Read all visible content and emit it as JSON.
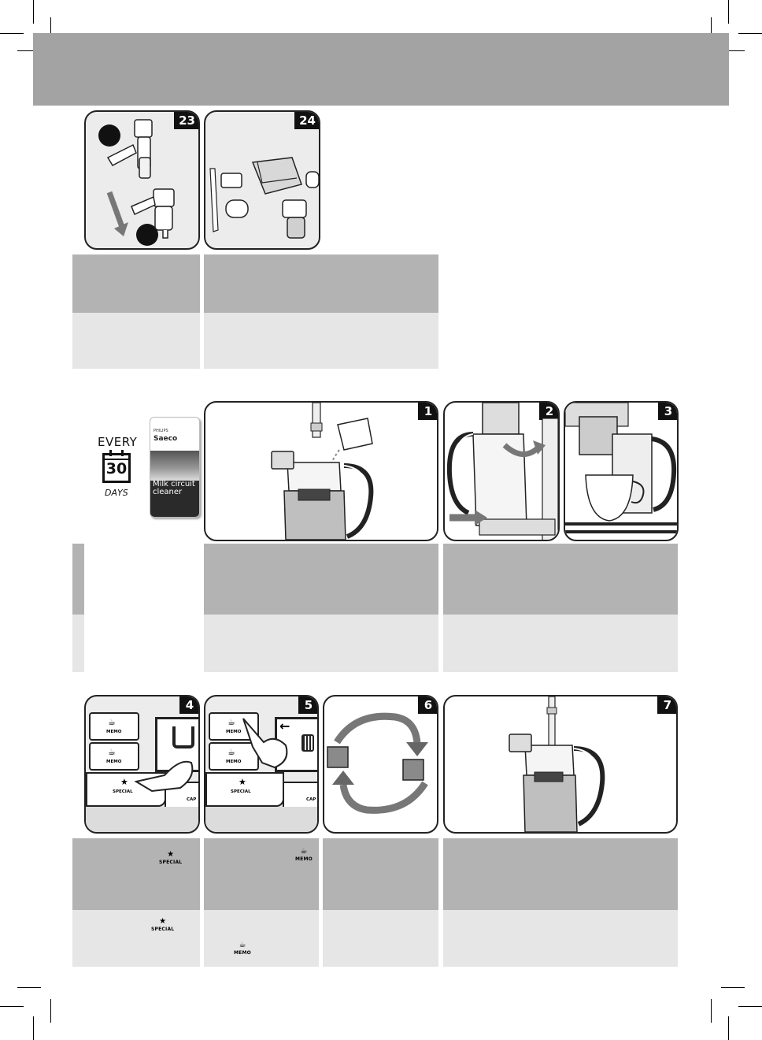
{
  "figure_numbers": {
    "f23": "23",
    "f24": "24",
    "f1": "1",
    "f2": "2",
    "f3": "3",
    "f4": "4",
    "f5": "5",
    "f6": "6",
    "f7": "7"
  },
  "frequency": {
    "every": "EVERY",
    "number": "30",
    "unit": "DAYS"
  },
  "product": {
    "brand": "PHILIPS",
    "name": "Saeco",
    "title_line1": "Milk circuit",
    "title_line2": "cleaner"
  },
  "buttons": {
    "memo": "MEMO",
    "special": "SPECIAL",
    "cappuccino_partial": "CAP"
  },
  "colors": {
    "header_bar": "#a3a3a3",
    "table_dark": "#b3b3b3",
    "table_light": "#e6e6e6",
    "badge": "#111111"
  }
}
